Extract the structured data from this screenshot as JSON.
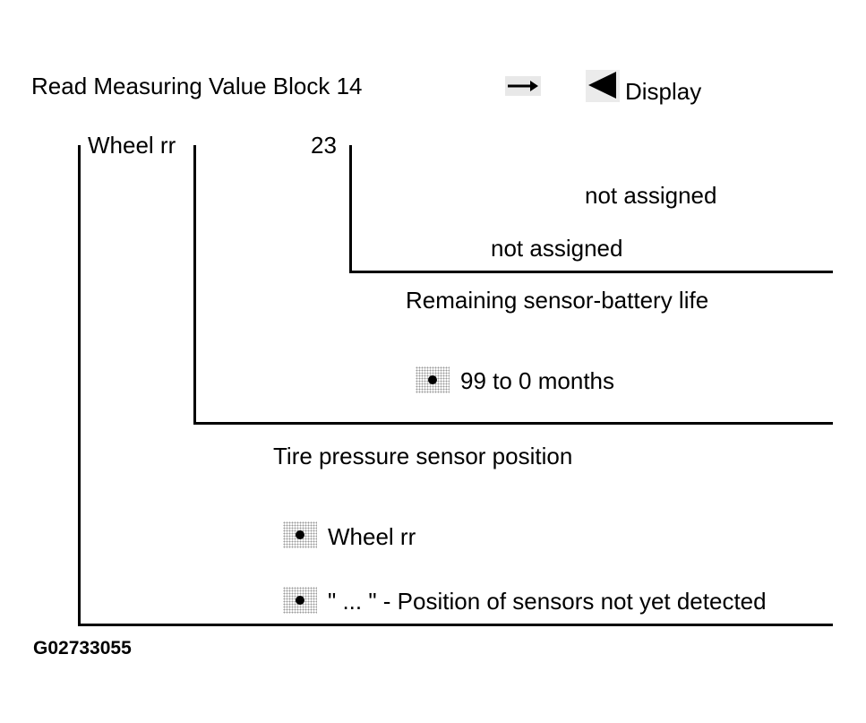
{
  "header": {
    "title": "Read Measuring Value Block 14",
    "display_label": "Display",
    "arrow_icon": "right-arrow-icon",
    "display_icon": "triangle-left-icon"
  },
  "fields": {
    "field1_value": "Wheel rr",
    "field2_value": "23"
  },
  "descriptions": {
    "field4": "not assigned",
    "field3": "not assigned",
    "field2_title": "Remaining sensor-battery life",
    "field2_range": "99 to 0 months",
    "field1_title": "Tire pressure sensor position",
    "field1_option1": "Wheel rr",
    "field1_option2": "\" ... \" - Position of sensors not yet detected"
  },
  "figure_code": "G02733055"
}
